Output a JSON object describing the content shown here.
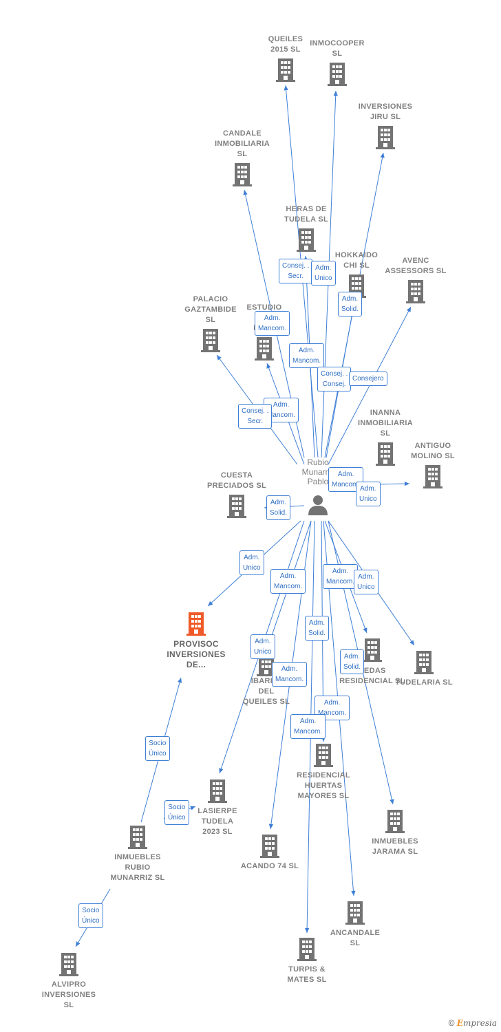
{
  "center": {
    "label": "Rubio\nMunarriz\nPablo"
  },
  "nodes": [
    {
      "id": "queiles",
      "label": "QUEILES\n2015  SL"
    },
    {
      "id": "inmocooper",
      "label": "INMOCOOPER\nSL"
    },
    {
      "id": "jiru",
      "label": "INVERSIONES\nJIRU  SL"
    },
    {
      "id": "candale",
      "label": "CANDALE\nINMOBILIARIA\nSL"
    },
    {
      "id": "heras",
      "label": "HERAS DE\nTUDELA  SL"
    },
    {
      "id": "hokkaido",
      "label": "HOKKAIDO\nCHI SL"
    },
    {
      "id": "avenc",
      "label": "AVENC\nASSESSORS SL"
    },
    {
      "id": "palacio",
      "label": "PALACIO\nGAZTAMBIDE\nSL"
    },
    {
      "id": "estudio",
      "label": "ESTUDIO\nDE\nESP..."
    },
    {
      "id": "inanna",
      "label": "INANNA\nINMOBILIARIA\nSL"
    },
    {
      "id": "antiguo",
      "label": "ANTIGUO\nMOLINO  SL"
    },
    {
      "id": "cuesta",
      "label": "CUESTA\nPRECIADOS SL"
    },
    {
      "id": "provisoc",
      "label": "PROVISOC\nINVERSIONES\nDE..."
    },
    {
      "id": "ibarra",
      "label": "IBARRA\nDEL\nQUEILES  SL"
    },
    {
      "id": "vedas",
      "label": "VEDAS\nRESIDENCIAL SL"
    },
    {
      "id": "tudelaria",
      "label": "TUDELARIA  SL"
    },
    {
      "id": "residencial",
      "label": "RESIDENCIAL\nHUERTAS\nMAYORES  SL"
    },
    {
      "id": "lasierpe",
      "label": "LASIERPE\nTUDELA\n2023  SL"
    },
    {
      "id": "acando",
      "label": "ACANDO 74  SL"
    },
    {
      "id": "jarama",
      "label": "INMUEBLES\nJARAMA SL"
    },
    {
      "id": "irm",
      "label": "INMUEBLES\nRUBIO\nMUNARRIZ  SL"
    },
    {
      "id": "ancandale",
      "label": "ANCANDALE\nSL"
    },
    {
      "id": "turpis",
      "label": "TURPIS &\nMATES  SL"
    },
    {
      "id": "alvipro",
      "label": "ALVIPRO\nINVERSIONES\nSL"
    }
  ],
  "roles": [
    {
      "id": "r1",
      "text": "Consej. .\nSecr."
    },
    {
      "id": "r2",
      "text": "Adm.\nUnico"
    },
    {
      "id": "r3",
      "text": "Adm.\nSolid."
    },
    {
      "id": "r4",
      "text": "Adm.\nMancom."
    },
    {
      "id": "r5",
      "text": "Adm.\nMancom."
    },
    {
      "id": "r6",
      "text": "Consej. .\nConsej."
    },
    {
      "id": "r7",
      "text": "Consejero"
    },
    {
      "id": "r8",
      "text": "Adm.\nMancom."
    },
    {
      "id": "r9",
      "text": "Consej. .\nSecr."
    },
    {
      "id": "r10",
      "text": "Adm.\nMancom."
    },
    {
      "id": "r11",
      "text": "Adm.\nUnico"
    },
    {
      "id": "r12",
      "text": "Adm.\nSolid."
    },
    {
      "id": "r13",
      "text": "Adm.\nUnico"
    },
    {
      "id": "r14",
      "text": "Adm.\nMancom."
    },
    {
      "id": "r15",
      "text": "Adm.\nMancom."
    },
    {
      "id": "r16",
      "text": "Adm.\nUnico"
    },
    {
      "id": "r17",
      "text": "Adm.\nSolid."
    },
    {
      "id": "r18",
      "text": "Adm.\nUnico"
    },
    {
      "id": "r19",
      "text": "Adm.\nSolid."
    },
    {
      "id": "r20",
      "text": "Adm.\nMancom."
    },
    {
      "id": "r21",
      "text": "Adm.\nMancom."
    },
    {
      "id": "r22",
      "text": "Adm.\nMancom."
    },
    {
      "id": "r23",
      "text": "Socio\nÚnico"
    },
    {
      "id": "r24",
      "text": "Socio\nÚnico"
    },
    {
      "id": "r25",
      "text": "Socio\nÚnico"
    }
  ],
  "colors": {
    "edge": "#3e7fd6",
    "building": "#737373",
    "focus": "#f05a28",
    "person": "#737373"
  },
  "footer": {
    "copyright": "©",
    "brand": "Empresia"
  }
}
